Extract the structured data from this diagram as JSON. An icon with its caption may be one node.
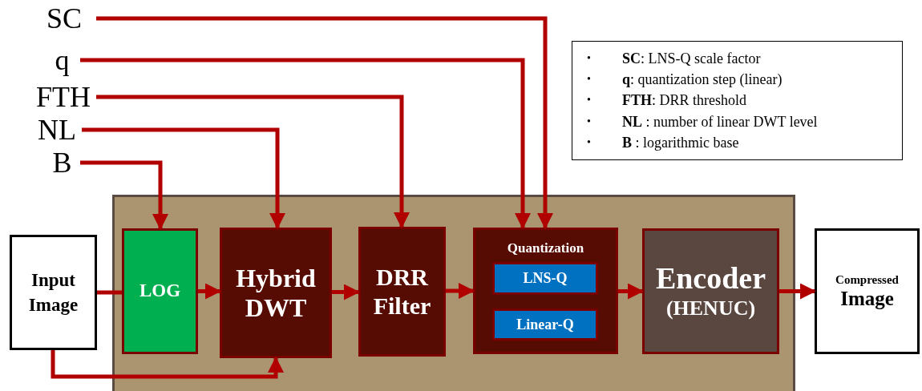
{
  "diagram": {
    "nodes": [
      {
        "text": [
          "SC"
        ]
      },
      {
        "text": [
          "q"
        ]
      },
      {
        "text": [
          "FTH"
        ]
      },
      {
        "text": [
          "NL"
        ]
      },
      {
        "text": [
          "B"
        ]
      },
      {
        "text": [
          "Input Image"
        ]
      },
      {
        "text": [],
        "shape": "box"
      },
      {
        "text": [
          "LOG"
        ],
        "in": 6
      },
      {
        "text": [
          "Hybrid DWT"
        ],
        "in": 6
      },
      {
        "text": [
          "DRR Filter"
        ],
        "in": 6
      },
      {
        "text": [
          "Quantization"
        ],
        "in": 6
      },
      {
        "text": [
          "LNS-Q"
        ],
        "in": 10
      },
      {
        "text": [
          "Linear-Q"
        ],
        "in": 10
      },
      {
        "text": [
          "Encoder",
          "(HENUC)"
        ],
        "in": 6
      },
      {
        "text": [
          "Compressed",
          "Image"
        ]
      },
      {
        "text": [
          "**SC**: LNS-Q scale factor",
          "**q**: quantization step (linear)",
          "**FTH**: DRR threshold",
          "**NL** : number of  linear DWT level",
          "**B** : logarithmic base"
        ]
      }
    ],
    "edges": [
      {
        "from": 0,
        "to": 10,
        "arrow": "to"
      },
      {
        "from": 1,
        "to": 10,
        "arrow": "to"
      },
      {
        "from": 2,
        "to": 9,
        "arrow": "to"
      },
      {
        "from": 3,
        "to": 8,
        "arrow": "to"
      },
      {
        "from": 4,
        "to": 7,
        "arrow": "to"
      },
      {
        "from": 5,
        "to": 7,
        "arrow": "none"
      },
      {
        "from": 5,
        "to": 8,
        "arrow": "to"
      },
      {
        "from": 7,
        "to": 8,
        "arrow": "to"
      },
      {
        "from": 8,
        "to": 9,
        "arrow": "to"
      },
      {
        "from": 9,
        "to": 10,
        "arrow": "to"
      },
      {
        "from": 10,
        "to": 13,
        "arrow": "to"
      },
      {
        "from": 13,
        "to": 14,
        "arrow": "to"
      }
    ],
    "labels": [
      "•",
      "•",
      "•",
      "•",
      "•"
    ]
  }
}
